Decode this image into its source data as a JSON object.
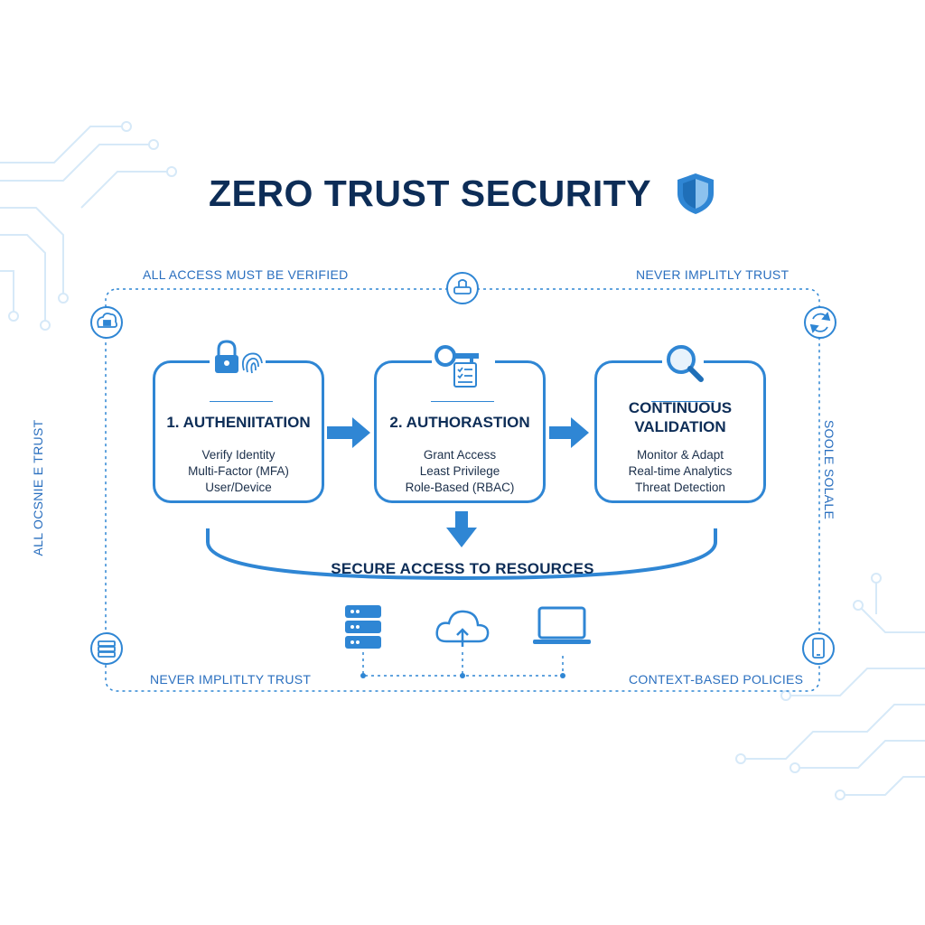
{
  "title": "ZERO TRUST SECURITY",
  "edge_labels": {
    "top_left": "ALL ACCESS MUST BE VERIFIED",
    "top_right": "NEVER IMPLITLY TRUST",
    "bottom_left": "NEVER IMPLITLTY TRUST",
    "bottom_right": "CONTEXT-BASED POLICIES",
    "left_vertical": "ALL OCSNIE E TRUST",
    "right_vertical": "SOOLE SOLALE"
  },
  "steps": [
    {
      "heading": "1. AUTHENIITATION",
      "lines": [
        "Verify Identity",
        "Multi-Factor (MFA)",
        "User/Device"
      ],
      "icon": "lock-fingerprint-icon"
    },
    {
      "heading": "2. AUTHORASTION",
      "lines": [
        "Grant Access",
        "Least Privilege",
        "Role-Based (RBAC)"
      ],
      "icon": "key-checklist-icon"
    },
    {
      "heading_lines": [
        "CONTINUOUS",
        "VALIDATION"
      ],
      "lines": [
        "Monitor & Adapt",
        "Real-time Analytics",
        "Threat Detection"
      ],
      "icon": "magnifier-icon"
    }
  ],
  "result": "SECURE ACCESS TO RESOURCES",
  "resources": [
    "server-stack-icon",
    "cloud-upload-icon",
    "laptop-icon"
  ],
  "perimeter_icons": [
    "cloud-lock-icon",
    "router-icon",
    "sync-icon",
    "server-rack-icon",
    "mobile-phone-icon"
  ],
  "colors": {
    "accent": "#2f86d4",
    "dark": "#0d2d57",
    "light": "#cfe5f7"
  }
}
